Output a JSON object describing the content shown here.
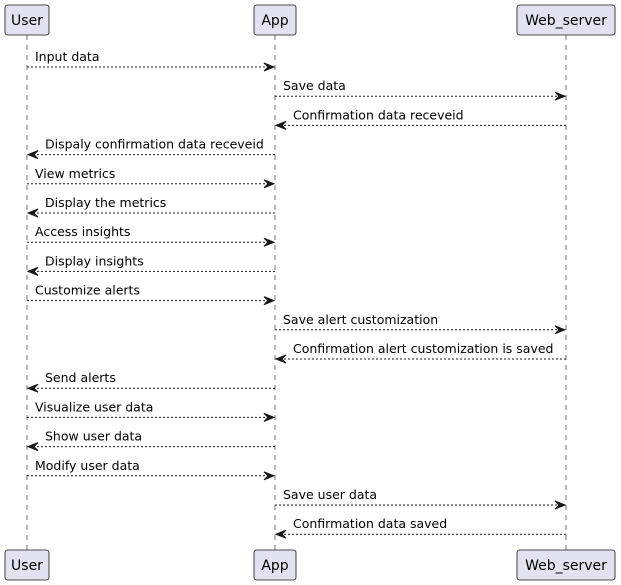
{
  "participants": [
    {
      "id": "user",
      "label": "User"
    },
    {
      "id": "app",
      "label": "App"
    },
    {
      "id": "web_server",
      "label": "Web_server"
    }
  ],
  "messages": [
    {
      "from": "user",
      "to": "app",
      "label": "Input data"
    },
    {
      "from": "app",
      "to": "web_server",
      "label": "Save data"
    },
    {
      "from": "web_server",
      "to": "app",
      "label": "Confirmation data receveid"
    },
    {
      "from": "app",
      "to": "user",
      "label": "Dispaly confirmation data receveid"
    },
    {
      "from": "user",
      "to": "app",
      "label": "View metrics"
    },
    {
      "from": "app",
      "to": "user",
      "label": "Display the metrics"
    },
    {
      "from": "user",
      "to": "app",
      "label": "Access insights"
    },
    {
      "from": "app",
      "to": "user",
      "label": "Display insights"
    },
    {
      "from": "user",
      "to": "app",
      "label": "Customize alerts"
    },
    {
      "from": "app",
      "to": "web_server",
      "label": "Save alert customization"
    },
    {
      "from": "web_server",
      "to": "app",
      "label": "Confirmation alert customization is saved"
    },
    {
      "from": "app",
      "to": "user",
      "label": "Send alerts"
    },
    {
      "from": "user",
      "to": "app",
      "label": "Visualize user data"
    },
    {
      "from": "app",
      "to": "user",
      "label": "Show user data"
    },
    {
      "from": "user",
      "to": "app",
      "label": "Modify user data"
    },
    {
      "from": "app",
      "to": "web_server",
      "label": "Save user data"
    },
    {
      "from": "web_server",
      "to": "app",
      "label": "Confirmation data saved"
    }
  ]
}
